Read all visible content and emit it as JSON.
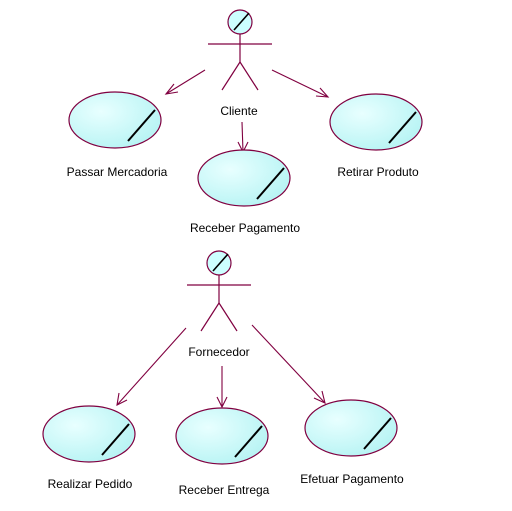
{
  "colors": {
    "stroke": "#800040",
    "fill": "#ccffff",
    "text": "#000000"
  },
  "actors": [
    {
      "id": "cliente",
      "label": "Cliente"
    },
    {
      "id": "fornecedor",
      "label": "Fornecedor"
    }
  ],
  "use_cases": [
    {
      "id": "passar-mercadoria",
      "label": "Passar Mercadoria"
    },
    {
      "id": "receber-pagamento",
      "label": "Receber Pagamento"
    },
    {
      "id": "retirar-produto",
      "label": "Retirar Produto"
    },
    {
      "id": "realizar-pedido",
      "label": "Realizar Pedido"
    },
    {
      "id": "receber-entrega",
      "label": "Receber Entrega"
    },
    {
      "id": "efetuar-pagamento",
      "label": "Efetuar Pagamento"
    }
  ],
  "associations": [
    {
      "from": "cliente",
      "to": "passar-mercadoria"
    },
    {
      "from": "cliente",
      "to": "receber-pagamento"
    },
    {
      "from": "cliente",
      "to": "retirar-produto"
    },
    {
      "from": "fornecedor",
      "to": "realizar-pedido"
    },
    {
      "from": "fornecedor",
      "to": "receber-entrega"
    },
    {
      "from": "fornecedor",
      "to": "efetuar-pagamento"
    }
  ]
}
